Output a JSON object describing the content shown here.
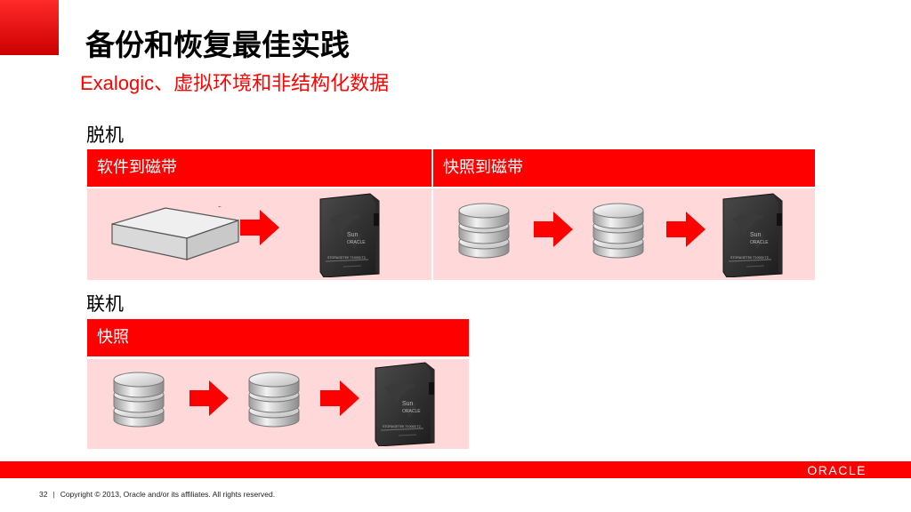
{
  "slide": {
    "title": "备份和恢复最佳实践",
    "subtitle": "Exalogic、虚拟环境和非结构化数据"
  },
  "offline": {
    "label": "脱机",
    "columns": [
      {
        "header": "软件到磁带",
        "flow": [
          "server-icon",
          "arrow-right-icon",
          "tape-cartridge-icon"
        ]
      },
      {
        "header": "快照到磁带",
        "flow": [
          "database-icon",
          "arrow-right-icon",
          "database-icon",
          "arrow-right-icon",
          "tape-cartridge-icon"
        ]
      }
    ]
  },
  "online": {
    "label": "联机",
    "columns": [
      {
        "header": "快照",
        "flow": [
          "database-icon",
          "arrow-right-icon",
          "database-icon",
          "arrow-right-icon",
          "tape-cartridge-icon"
        ]
      }
    ]
  },
  "tape": {
    "brand_line": "Sun",
    "brand_sub": "ORACLE",
    "model": "STORAGETEK T10000 T2"
  },
  "footer": {
    "page_number": "32",
    "copyright": "Copyright © 2013, Oracle and/or its affiliates. All rights reserved.",
    "logo": "ORACLE"
  },
  "colors": {
    "accent": "#ff0000",
    "cell_background": "#ffd9d9"
  }
}
